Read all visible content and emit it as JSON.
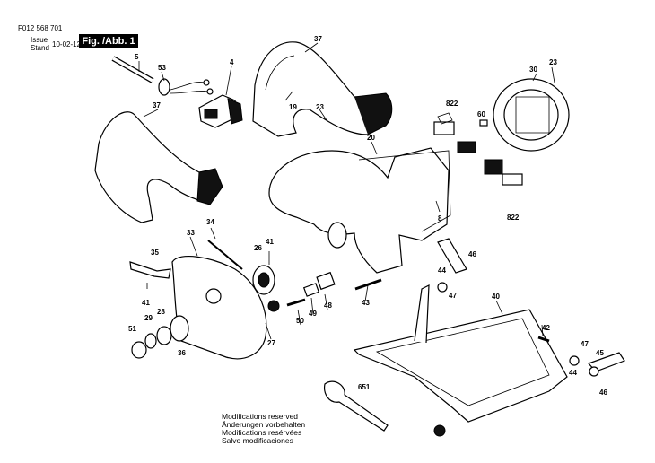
{
  "header": {
    "doc_id": "F012 568 701",
    "issue_label": "Issue",
    "stand_label": "Stand",
    "issue_date": "10-02-12",
    "figure_title": "Fig. /Abb. 1"
  },
  "notes": [
    "Modifications reserved",
    "Änderungen vorbehalten",
    "Modifications resérvées",
    "Salvo modificaciones"
  ],
  "callouts": {
    "c5": "5",
    "c53": "53",
    "c4": "4",
    "c37_top": "37",
    "c19": "19",
    "c23_mid": "23",
    "c30": "30",
    "c23_right": "23",
    "c822_top": "822",
    "c60": "60",
    "c20": "20",
    "c37_left": "37",
    "c8": "8",
    "c822_bot": "822",
    "c34": "34",
    "c33": "33",
    "c26": "26",
    "c41_a": "41",
    "c35": "35",
    "c41_b": "41",
    "c46_a": "46",
    "c44_a": "44",
    "c47_a": "47",
    "c40": "40",
    "c43": "43",
    "c48": "48",
    "c49": "49",
    "c50": "50",
    "c27": "27",
    "c51": "51",
    "c29": "29",
    "c28": "28",
    "c36": "36",
    "c42": "42",
    "c47_b": "47",
    "c45": "45",
    "c44_b": "44",
    "c46_b": "46",
    "c651": "651"
  }
}
